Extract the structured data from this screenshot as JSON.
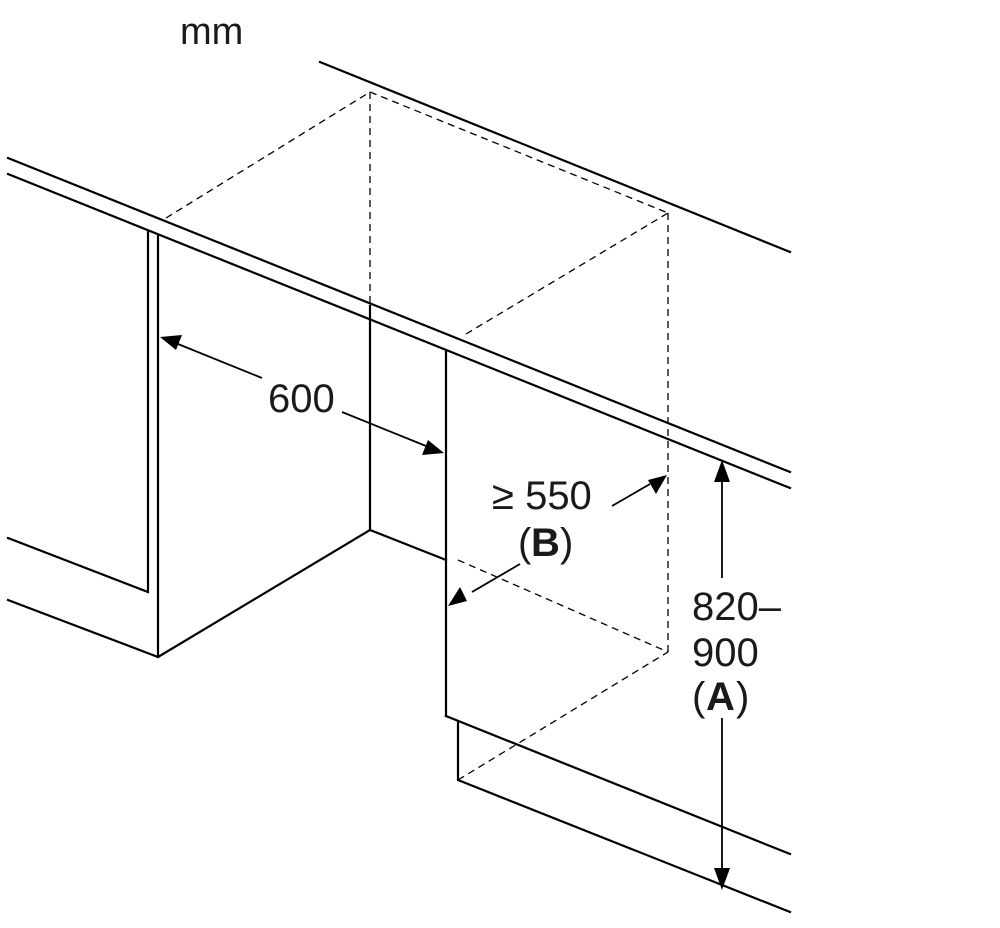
{
  "unit": "mm",
  "dimensions": {
    "width": {
      "value": "600"
    },
    "depth": {
      "value": "≥ 550",
      "code": "B"
    },
    "height": {
      "value_line1": "820–",
      "value_line2": "900",
      "code": "A"
    }
  }
}
